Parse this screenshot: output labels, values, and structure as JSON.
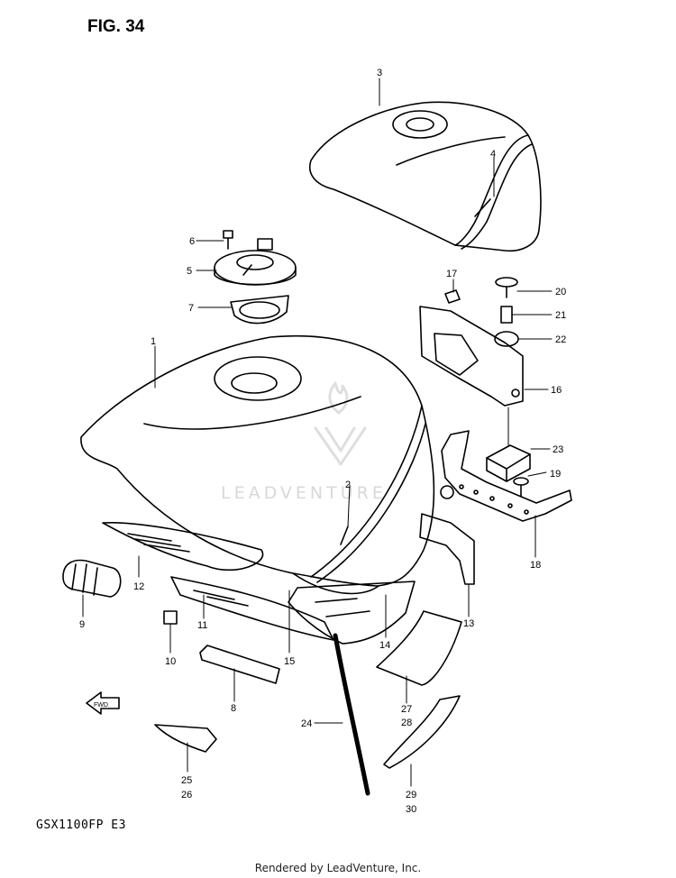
{
  "figure": {
    "title": "FIG. 34",
    "model": "GSX1100FP  E3"
  },
  "watermark": {
    "brand": "LEADVENTURE"
  },
  "footer": {
    "rendered_by": "Rendered by LeadVenture, Inc."
  },
  "callouts": [
    {
      "id": "c3",
      "text": "3"
    },
    {
      "id": "c4",
      "text": "4"
    },
    {
      "id": "c6",
      "text": "6"
    },
    {
      "id": "c5",
      "text": "5"
    },
    {
      "id": "c7",
      "text": "7"
    },
    {
      "id": "c1",
      "text": "1"
    },
    {
      "id": "c17",
      "text": "17"
    },
    {
      "id": "c20",
      "text": "20"
    },
    {
      "id": "c21",
      "text": "21"
    },
    {
      "id": "c22",
      "text": "22"
    },
    {
      "id": "c16",
      "text": "16"
    },
    {
      "id": "c23",
      "text": "23"
    },
    {
      "id": "c19",
      "text": "19"
    },
    {
      "id": "c2",
      "text": "2"
    },
    {
      "id": "c18",
      "text": "18"
    },
    {
      "id": "c12",
      "text": "12"
    },
    {
      "id": "c9",
      "text": "9"
    },
    {
      "id": "c11",
      "text": "11"
    },
    {
      "id": "c10",
      "text": "10"
    },
    {
      "id": "c15",
      "text": "15"
    },
    {
      "id": "c14",
      "text": "14"
    },
    {
      "id": "c13",
      "text": "13"
    },
    {
      "id": "c8",
      "text": "8"
    },
    {
      "id": "c27",
      "text": "27"
    },
    {
      "id": "c28",
      "text": "28"
    },
    {
      "id": "c24",
      "text": "24"
    },
    {
      "id": "c25",
      "text": "25"
    },
    {
      "id": "c26",
      "text": "26"
    },
    {
      "id": "c29",
      "text": "29"
    },
    {
      "id": "c30",
      "text": "30"
    }
  ],
  "fwd_arrow": {
    "label": "FWD"
  }
}
